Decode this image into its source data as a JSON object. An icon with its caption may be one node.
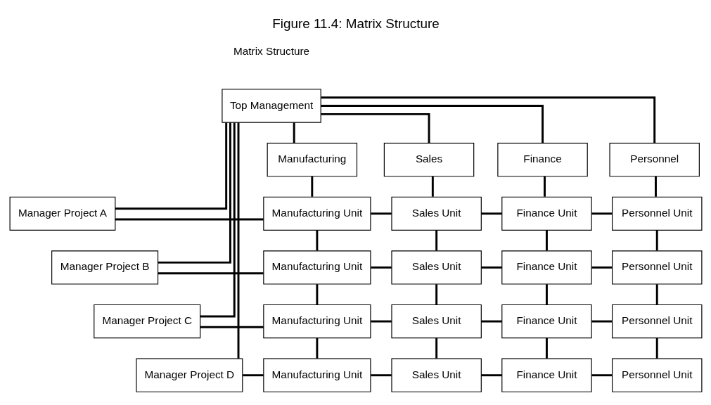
{
  "diagram": {
    "title": "Figure 11.4: Matrix Structure",
    "nodes": [
      {
        "text": [
          "Top Management"
        ]
      },
      {
        "text": [
          "Manufacturing"
        ]
      },
      {
        "text": [
          "Sales"
        ]
      },
      {
        "text": [
          "Finance"
        ]
      },
      {
        "text": [
          "Personnel"
        ]
      },
      {
        "text": [
          "Manager Project A"
        ]
      },
      {
        "text": [
          "Manufacturing Unit"
        ]
      },
      {
        "text": [
          "Sales Unit"
        ]
      },
      {
        "text": [
          "Finance Unit"
        ]
      },
      {
        "text": [
          "Personnel Unit"
        ]
      },
      {
        "text": [
          "Manager Project B"
        ]
      },
      {
        "text": [
          "Manufacturing Unit"
        ]
      },
      {
        "text": [
          "Sales Unit"
        ]
      },
      {
        "text": [
          "Finance Unit"
        ]
      },
      {
        "text": [
          "Personnel Unit"
        ]
      },
      {
        "text": [
          "Manager Project C"
        ]
      },
      {
        "text": [
          "Manufacturing Unit"
        ]
      },
      {
        "text": [
          "Sales Unit"
        ]
      },
      {
        "text": [
          "Finance Unit"
        ]
      },
      {
        "text": [
          "Personnel Unit"
        ]
      },
      {
        "text": [
          "Manager Project D"
        ]
      },
      {
        "text": [
          "Manufacturing Unit"
        ]
      },
      {
        "text": [
          "Sales Unit"
        ]
      },
      {
        "text": [
          "Finance Unit"
        ]
      },
      {
        "text": [
          "Personnel Unit"
        ]
      }
    ],
    "edges": [
      {
        "from": 0,
        "to": 1,
        "arrow": "none"
      },
      {
        "from": 0,
        "to": 2,
        "arrow": "none"
      },
      {
        "from": 0,
        "to": 3,
        "arrow": "none"
      },
      {
        "from": 0,
        "to": 4,
        "arrow": "none"
      },
      {
        "from": 0,
        "to": 5,
        "arrow": "none"
      },
      {
        "from": 0,
        "to": 10,
        "arrow": "none"
      },
      {
        "from": 0,
        "to": 15,
        "arrow": "none"
      },
      {
        "from": 0,
        "to": 20,
        "arrow": "none"
      },
      {
        "from": 1,
        "to": 6,
        "arrow": "none"
      },
      {
        "from": 2,
        "to": 7,
        "arrow": "none"
      },
      {
        "from": 3,
        "to": 8,
        "arrow": "none"
      },
      {
        "from": 4,
        "to": 9,
        "arrow": "none"
      },
      {
        "from": 6,
        "to": 11,
        "arrow": "none"
      },
      {
        "from": 7,
        "to": 12,
        "arrow": "none"
      },
      {
        "from": 8,
        "to": 13,
        "arrow": "none"
      },
      {
        "from": 9,
        "to": 14,
        "arrow": "none"
      },
      {
        "from": 11,
        "to": 16,
        "arrow": "none"
      },
      {
        "from": 12,
        "to": 17,
        "arrow": "none"
      },
      {
        "from": 13,
        "to": 18,
        "arrow": "none"
      },
      {
        "from": 14,
        "to": 19,
        "arrow": "none"
      },
      {
        "from": 16,
        "to": 21,
        "arrow": "none"
      },
      {
        "from": 17,
        "to": 22,
        "arrow": "none"
      },
      {
        "from": 18,
        "to": 23,
        "arrow": "none"
      },
      {
        "from": 19,
        "to": 24,
        "arrow": "none"
      },
      {
        "from": 5,
        "to": 6,
        "arrow": "none"
      },
      {
        "from": 6,
        "to": 7,
        "arrow": "none"
      },
      {
        "from": 7,
        "to": 8,
        "arrow": "none"
      },
      {
        "from": 8,
        "to": 9,
        "arrow": "none"
      },
      {
        "from": 10,
        "to": 11,
        "arrow": "none"
      },
      {
        "from": 11,
        "to": 12,
        "arrow": "none"
      },
      {
        "from": 12,
        "to": 13,
        "arrow": "none"
      },
      {
        "from": 13,
        "to": 14,
        "arrow": "none"
      },
      {
        "from": 15,
        "to": 16,
        "arrow": "none"
      },
      {
        "from": 16,
        "to": 17,
        "arrow": "none"
      },
      {
        "from": 17,
        "to": 18,
        "arrow": "none"
      },
      {
        "from": 18,
        "to": 19,
        "arrow": "none"
      },
      {
        "from": 20,
        "to": 21,
        "arrow": "none"
      },
      {
        "from": 21,
        "to": 22,
        "arrow": "none"
      },
      {
        "from": 22,
        "to": 23,
        "arrow": "none"
      },
      {
        "from": 23,
        "to": 24,
        "arrow": "none"
      }
    ],
    "labels": [
      "Matrix Structure"
    ]
  }
}
